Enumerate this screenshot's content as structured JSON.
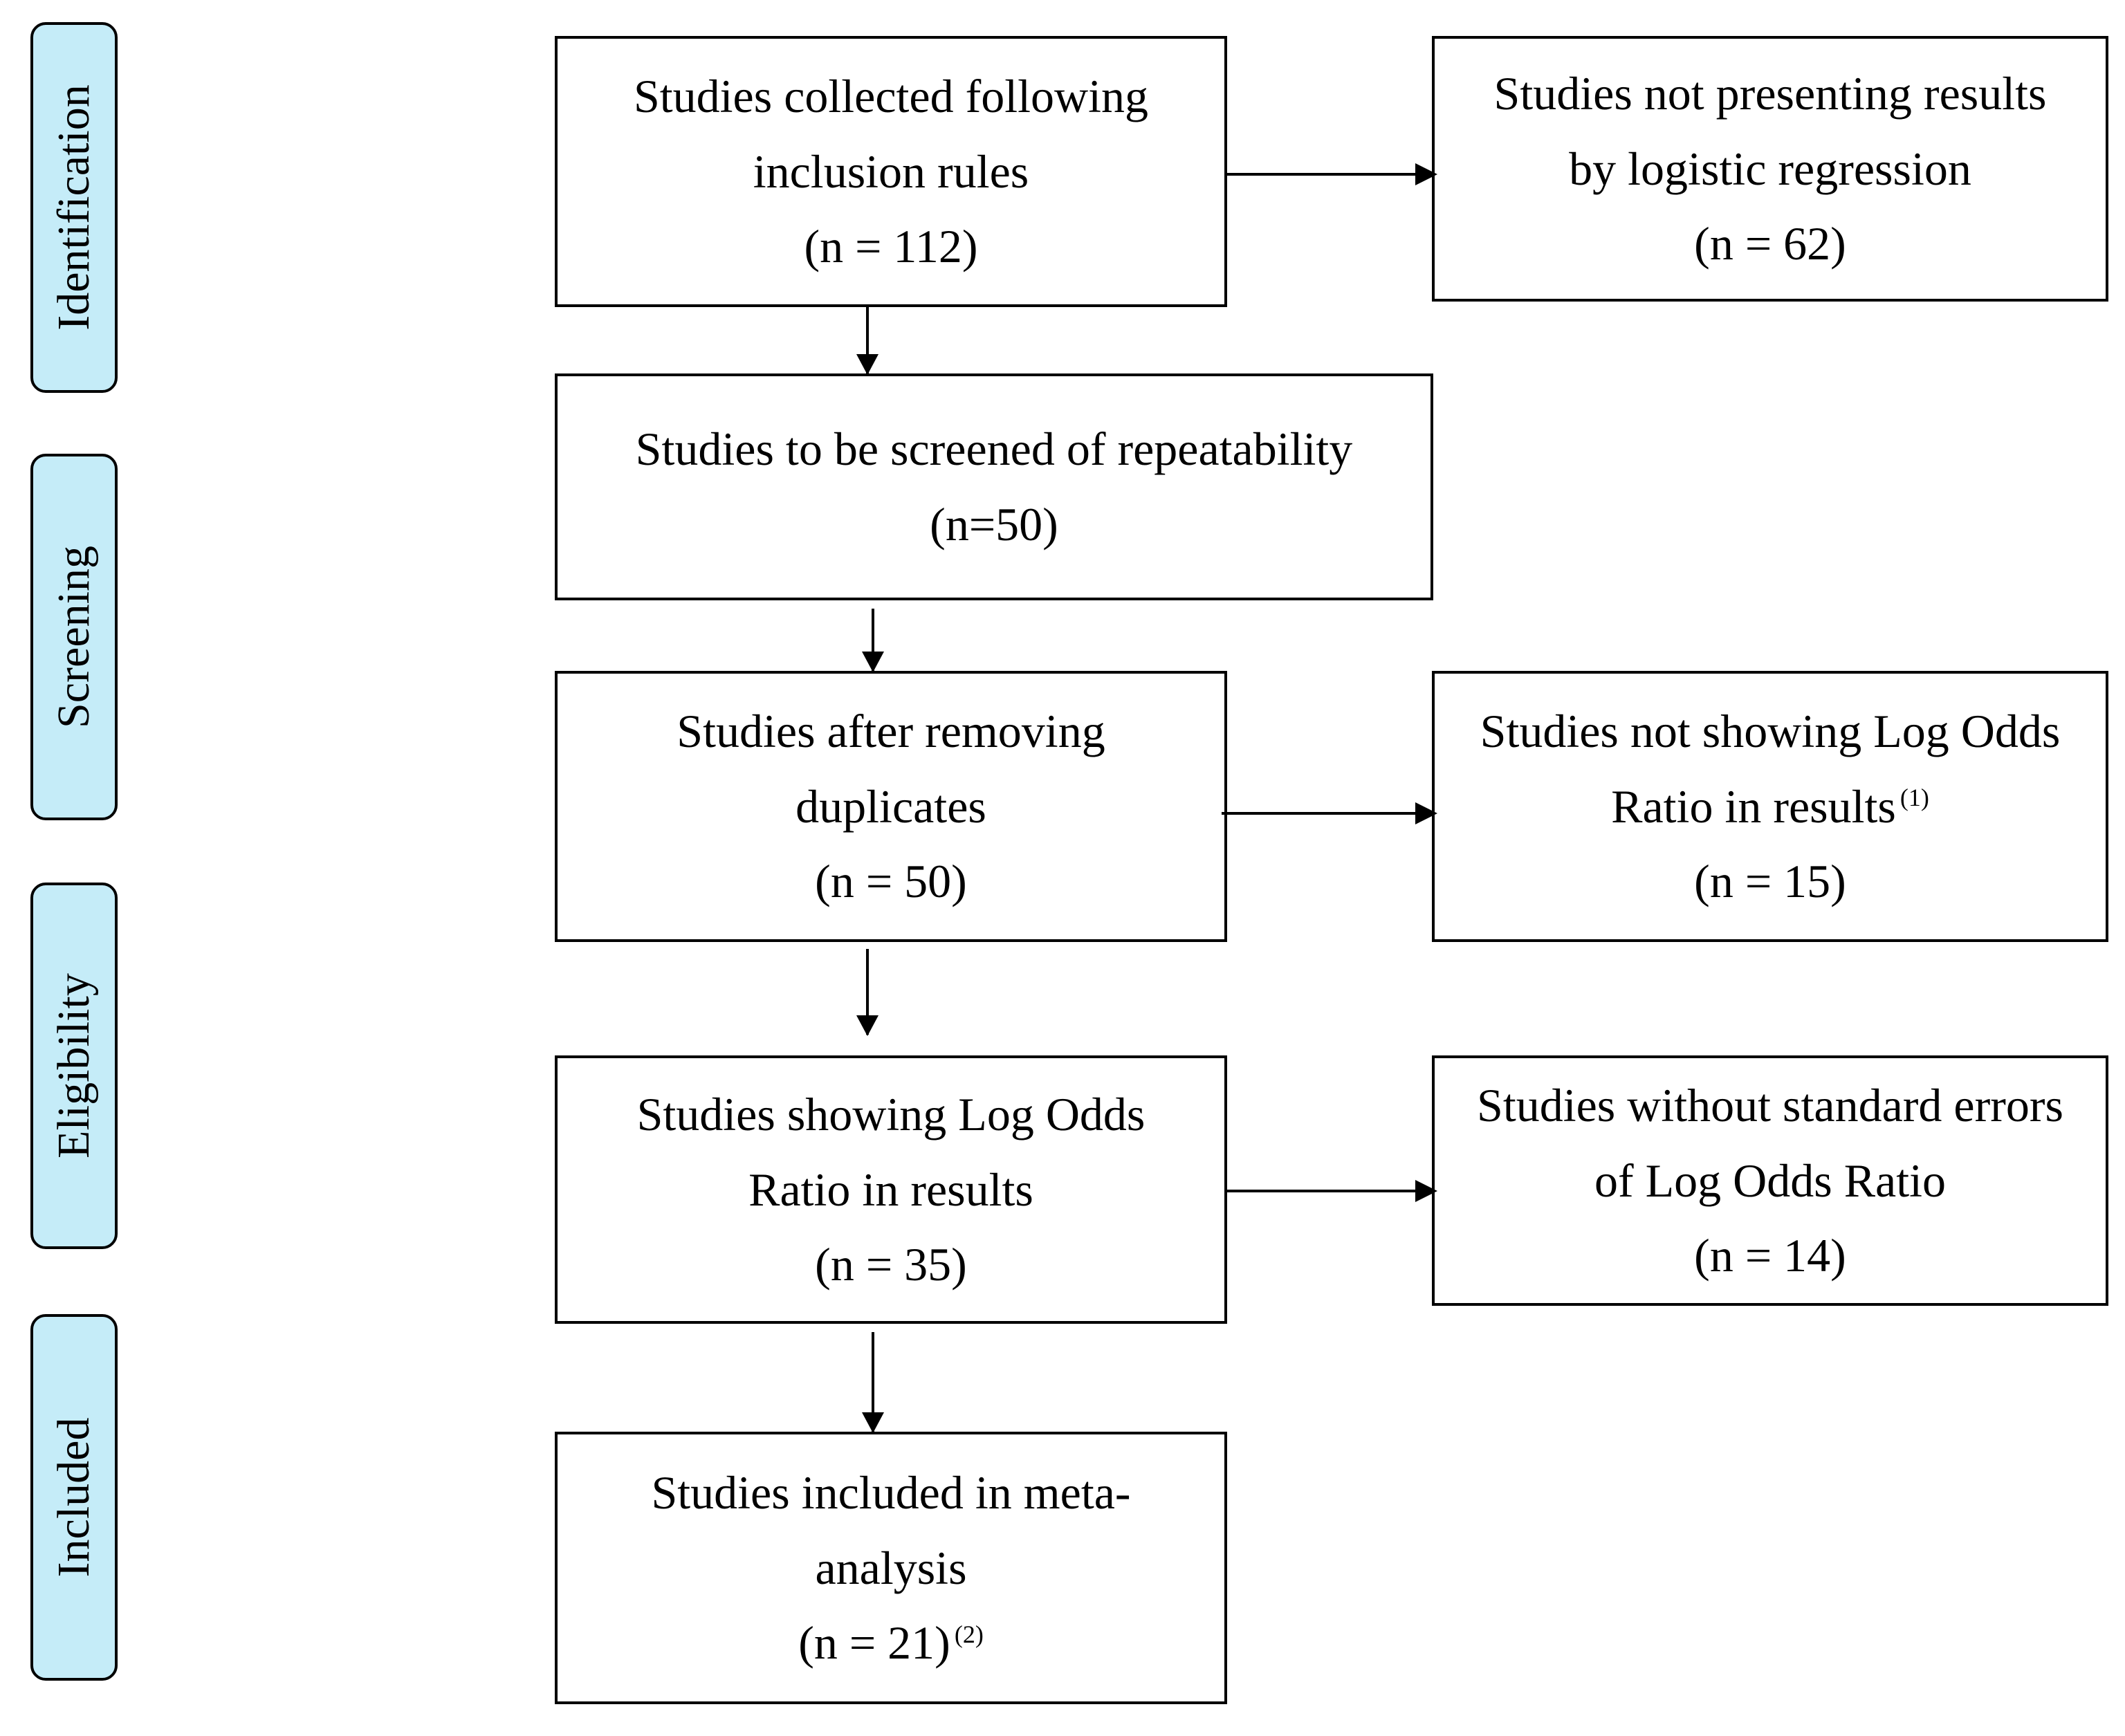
{
  "stages": [
    {
      "id": "identification",
      "label": "Identification"
    },
    {
      "id": "screening",
      "label": "Screening"
    },
    {
      "id": "eligibility",
      "label": "Eligibility"
    },
    {
      "id": "included",
      "label": "Included"
    }
  ],
  "boxes": {
    "collected": {
      "line1": "Studies collected following",
      "line2": "inclusion rules",
      "count": "(n = 112)"
    },
    "not_logistic": {
      "line1": "Studies not presenting results",
      "line2": "by logistic regression",
      "count": "(n = 62)"
    },
    "screened": {
      "line1": "Studies to be screened of repeatability",
      "count": "(n=50)"
    },
    "after_duplicates": {
      "line1": "Studies after removing",
      "line2": "duplicates",
      "count": "(n = 50)"
    },
    "no_log_odds": {
      "line1": "Studies not showing Log Odds",
      "line2": "Ratio in results",
      "note": "(1)",
      "count": "(n = 15)"
    },
    "log_odds": {
      "line1": "Studies showing Log Odds",
      "line2": "Ratio in results",
      "count": "(n = 35)"
    },
    "no_std_err": {
      "line1": "Studies without standard errors",
      "line2": "of Log Odds Ratio",
      "count": "(n = 14)"
    },
    "included": {
      "line1": "Studies included in meta-",
      "line2": "analysis",
      "count": "(n = 21)",
      "note": "(2)"
    }
  }
}
